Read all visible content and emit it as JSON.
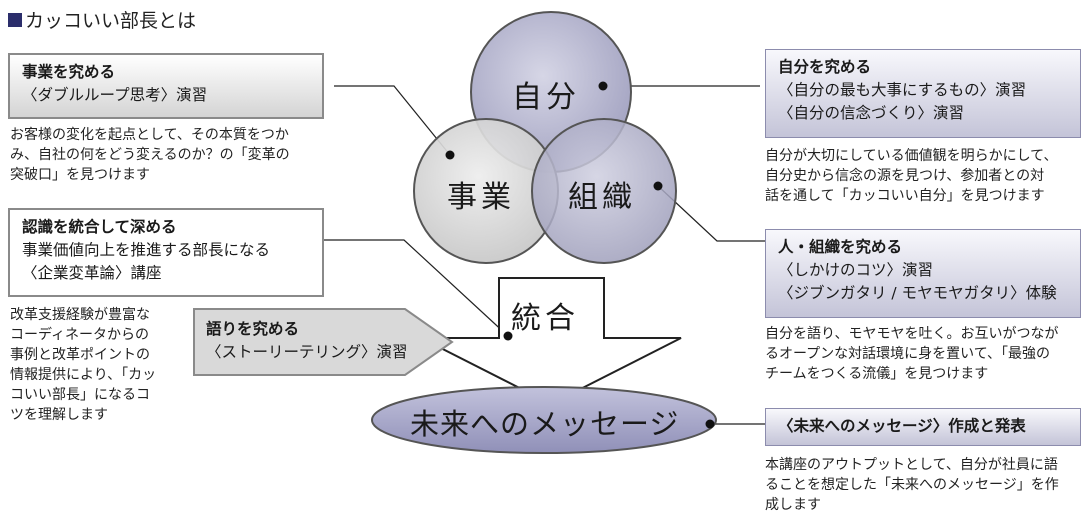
{
  "page_title": "カッコいい部長とは",
  "circles": {
    "self": "自分",
    "business": "事業",
    "organization": "組織"
  },
  "integration_label": "統合",
  "future_message_label": "未来へのメッセージ",
  "business_box": {
    "heading": "事業を究める",
    "lines": [
      "〈ダブルループ思考〉演習"
    ],
    "description": [
      "お客様の変化を起点として、その本質をつか",
      "み、自社の何をどう変えるのか？の「変革の",
      "突破口」を見つけます"
    ]
  },
  "recognition_box": {
    "heading": "認識を統合して深める",
    "lines": [
      "事業価値向上を推進する部長になる",
      "〈企業変革論〉講座"
    ],
    "description": [
      "改革支援経験が豊富な",
      "コーディネータからの",
      "事例と改革ポイントの",
      "情報提供により、「カッ",
      "コいい部長」になるコ",
      "ツを理解します"
    ]
  },
  "story_box": {
    "heading": "語りを究める",
    "lines": [
      "〈ストーリーテリング〉演習"
    ]
  },
  "self_box": {
    "heading": "自分を究める",
    "lines": [
      "〈自分の最も大事にするもの〉演習",
      "〈自分の信念づくり〉演習"
    ],
    "description": [
      "自分が大切にしている価値観を明らかにして、",
      "自分史から信念の源を見つけ、参加者との対",
      "話を通して「カッコいい自分」を見つけます"
    ]
  },
  "people_box": {
    "heading": "人・組織を究める",
    "lines": [
      "〈しかけのコツ〉演習",
      "〈ジブンガタリ / モヤモヤガタリ〉体験"
    ],
    "description": [
      "自分を語り、モヤモヤを吐く。お互いがつなが",
      "るオープンな対話環境に身を置いて、「最強の",
      "チームをつくる流儀」を見つけます"
    ]
  },
  "message_box": {
    "heading": "〈未来へのメッセージ〉作成と発表",
    "description": [
      "本講座のアウトプットとして、自分が社員に語",
      "ることを想定した「未来へのメッセージ」を作",
      "成します"
    ]
  },
  "colors": {
    "title_square": "#2b2e6b",
    "self_circle": "#bdbdd5",
    "business_circle": "#dedede",
    "organization_circle": "#b5b5cc",
    "future_ellipse": "#a6a6c8",
    "outline": "#555555"
  }
}
